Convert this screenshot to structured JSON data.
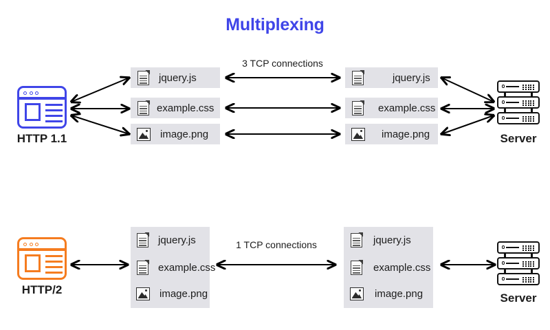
{
  "title": "Multiplexing",
  "colors": {
    "title": "#3f45e8",
    "http1_accent": "#3f45e8",
    "http2_accent": "#f57c1f",
    "box_fill": "#e2e2e7",
    "ink": "#1c1c1c"
  },
  "sections": [
    {
      "id": "http1",
      "client_label": "HTTP 1.1",
      "client_icon": "browser-window-icon",
      "server_label": "Server",
      "server_icon": "server-rack-icon",
      "connection_label": "3 TCP connections",
      "grouping": "separate",
      "files": [
        {
          "name": "jquery.js",
          "icon": "document-icon"
        },
        {
          "name": "example.css",
          "icon": "document-icon"
        },
        {
          "name": "image.png",
          "icon": "image-file-icon"
        }
      ]
    },
    {
      "id": "http2",
      "client_label": "HTTP/2",
      "client_icon": "browser-window-icon",
      "server_label": "Server",
      "server_icon": "server-rack-icon",
      "connection_label": "1 TCP connections",
      "grouping": "merged",
      "files": [
        {
          "name": "jquery.js",
          "icon": "document-icon"
        },
        {
          "name": "example.css",
          "icon": "document-icon"
        },
        {
          "name": "image.png",
          "icon": "image-file-icon"
        }
      ]
    }
  ]
}
